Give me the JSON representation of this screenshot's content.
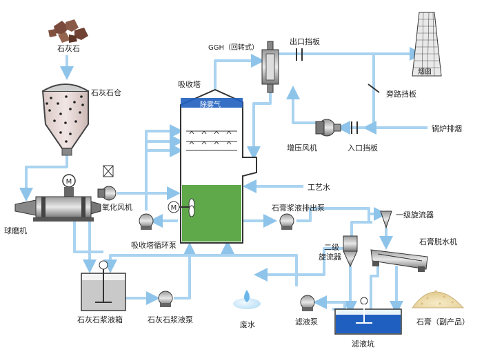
{
  "labels": {
    "limestone": "石灰石",
    "limestone_silo": "石灰石仓",
    "ball_mill": "球磨机",
    "oxidation_fan": "氧化风机",
    "absorber": "吸收塔",
    "demister": "除雾气",
    "ggh": "GGH（回转式）",
    "outlet_damper": "出口挡板",
    "chimney": "烟囱",
    "bypass_damper": "旁路挡板",
    "boiler_flue_gas": "锅炉排烟",
    "booster_fan": "增压风机",
    "inlet_damper": "入口挡板",
    "process_water": "工艺水",
    "gypsum_discharge_pump": "石膏浆液排出泵",
    "primary_cyclone": "一级旋流器",
    "secondary_cyclone_line1": "二级",
    "secondary_cyclone_line2": "旋流器",
    "gypsum_dewatering": "石膏脱水机",
    "recirculation_pump": "吸收塔循环泵",
    "wastewater": "废水",
    "filtrate_pump": "滤液泵",
    "filtrate_pit": "滤液坑",
    "gypsum_product": "石膏（副产品）",
    "slurry_tank": "石灰石浆液箱",
    "slurry_pump": "石灰石浆液泵"
  },
  "colors": {
    "flow": "#a9d3f0",
    "absorber_liquid": "#5fa94a",
    "pit_water": "#1f5fbf",
    "equipment": "#555555"
  }
}
